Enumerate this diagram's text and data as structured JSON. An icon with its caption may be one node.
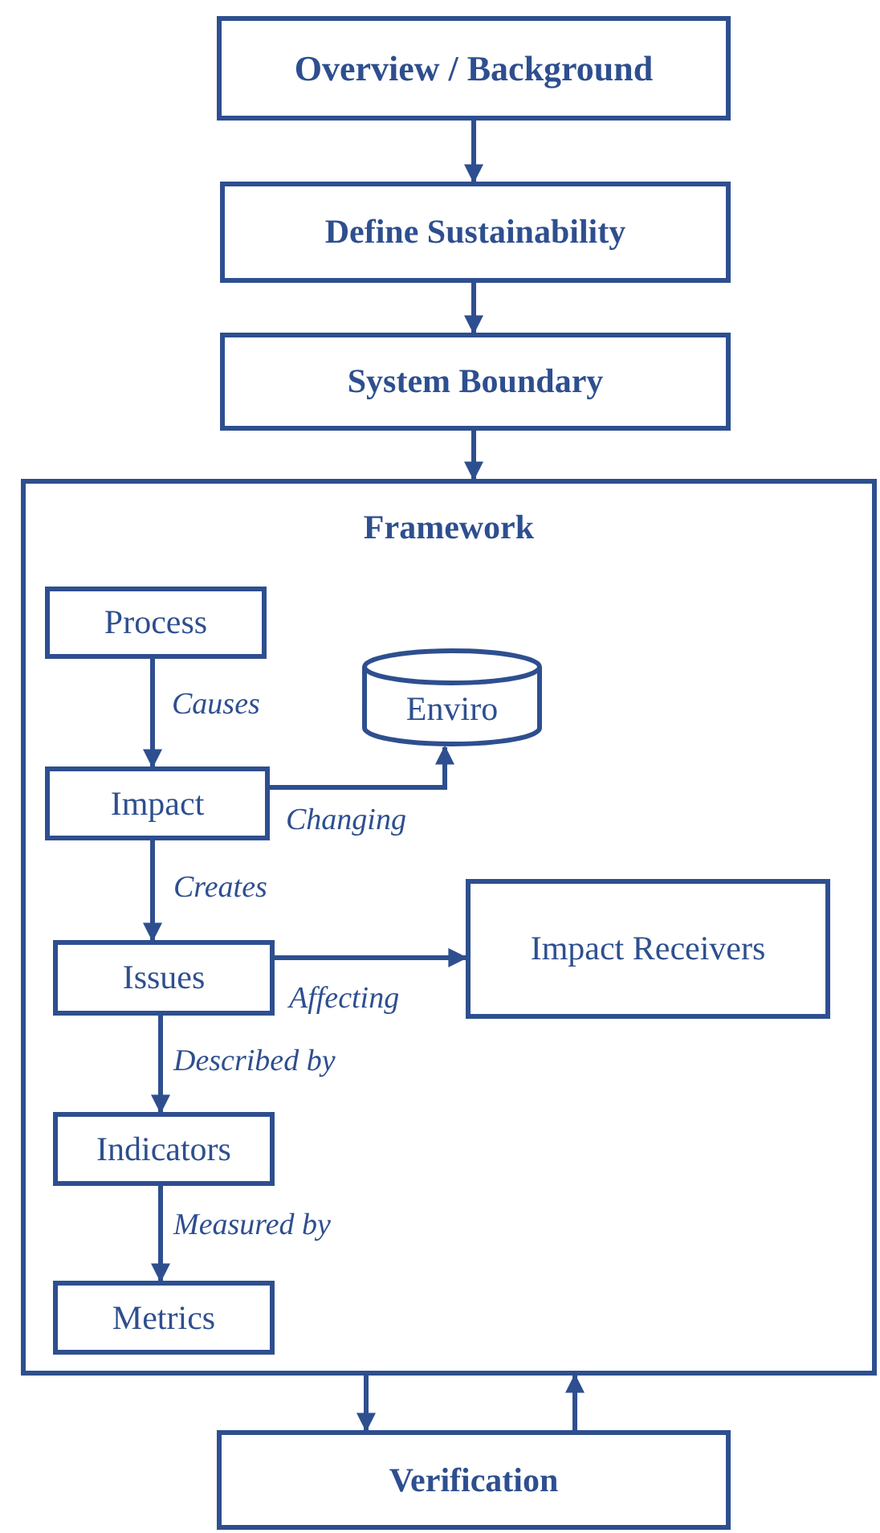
{
  "diagram": {
    "nodes": [
      {
        "text": [
          "Overview / Background"
        ]
      },
      {
        "text": [
          "Define Sustainability"
        ]
      },
      {
        "text": [
          "System Boundary"
        ]
      },
      {
        "text": [
          "Framework"
        ]
      },
      {
        "text": [
          "Process"
        ],
        "in": 3
      },
      {
        "text": [
          "Enviro"
        ],
        "in": 3
      },
      {
        "text": [
          "Impact"
        ],
        "in": 3
      },
      {
        "text": [
          "Impact Receivers"
        ],
        "in": 3
      },
      {
        "text": [
          "Issues"
        ],
        "in": 3
      },
      {
        "text": [
          "Indicators"
        ],
        "in": 3
      },
      {
        "text": [
          "Metrics"
        ],
        "in": 3
      },
      {
        "text": [
          "Verification"
        ]
      }
    ],
    "edges": [
      {
        "from": 0,
        "to": 1,
        "arrow": "to"
      },
      {
        "from": 1,
        "to": 2,
        "arrow": "to"
      },
      {
        "from": 2,
        "to": 3,
        "arrow": "to"
      },
      {
        "from": 4,
        "to": 6,
        "arrow": "to",
        "label": "Causes"
      },
      {
        "from": 6,
        "to": 5,
        "arrow": "to",
        "label": "Changing"
      },
      {
        "from": 6,
        "to": 8,
        "arrow": "to",
        "label": "Creates"
      },
      {
        "from": 8,
        "to": 7,
        "arrow": "to",
        "label": "Affecting"
      },
      {
        "from": 8,
        "to": 9,
        "arrow": "to",
        "label": "Described by"
      },
      {
        "from": 9,
        "to": 10,
        "arrow": "to",
        "label": "Measured by"
      },
      {
        "from": 3,
        "to": 11,
        "arrow": "to"
      },
      {
        "from": 11,
        "to": 3,
        "arrow": "to"
      }
    ]
  }
}
